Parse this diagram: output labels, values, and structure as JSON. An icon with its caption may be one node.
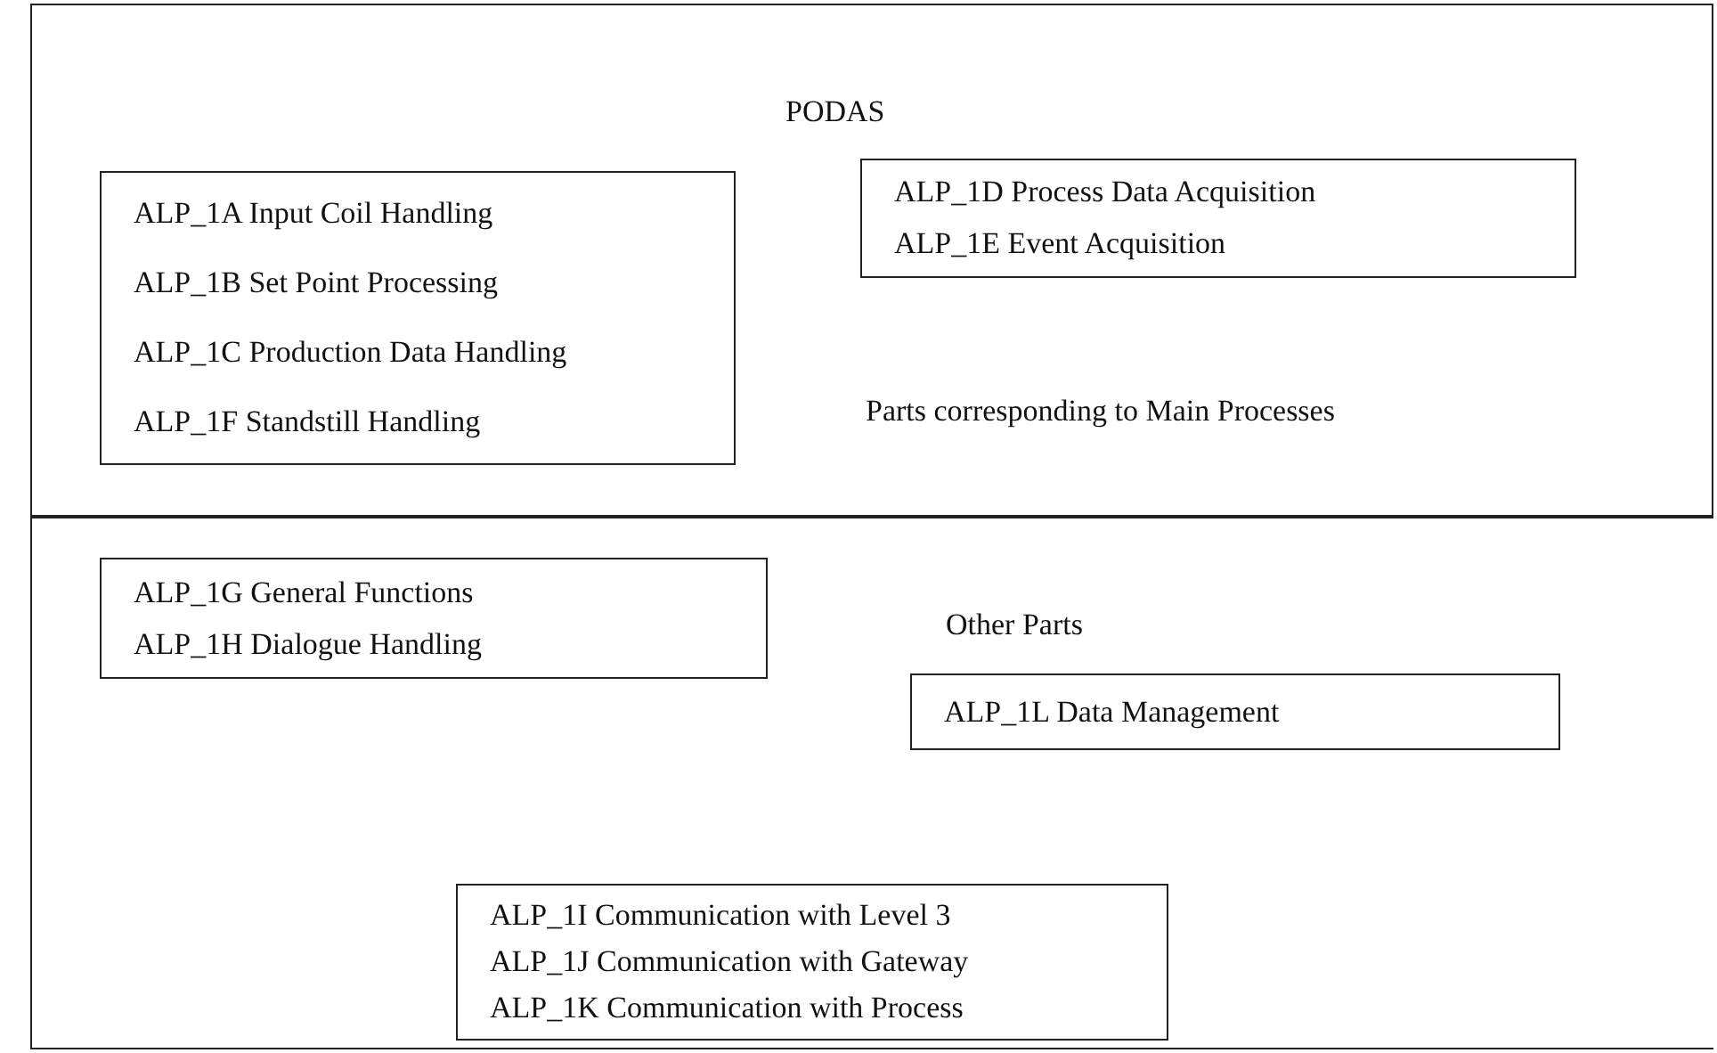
{
  "diagram": {
    "nodes": [
      {
        "text": [
          "PODAS",
          "Parts corresponding to Main Processes"
        ]
      },
      {
        "text": [
          "ALP_1A Input Coil Handling",
          "ALP_1B Set Point Processing",
          "ALP_1C Production Data Handling",
          "ALP_1F Standstill Handling"
        ],
        "in": 0
      },
      {
        "text": [
          "ALP_1D Process Data Acquisition",
          "ALP_1E Event Acquisition"
        ],
        "in": 0
      },
      {
        "text": [
          "Other Parts"
        ]
      },
      {
        "text": [
          "ALP_1G General Functions",
          "ALP_1H Dialogue Handling"
        ],
        "in": 3
      },
      {
        "text": [
          "ALP_1L Data Management"
        ],
        "in": 3
      },
      {
        "text": [
          "ALP_1I Communication with Level 3",
          "ALP_1J Communication with Gateway",
          "ALP_1K Communication with Process"
        ],
        "in": 3
      }
    ]
  }
}
